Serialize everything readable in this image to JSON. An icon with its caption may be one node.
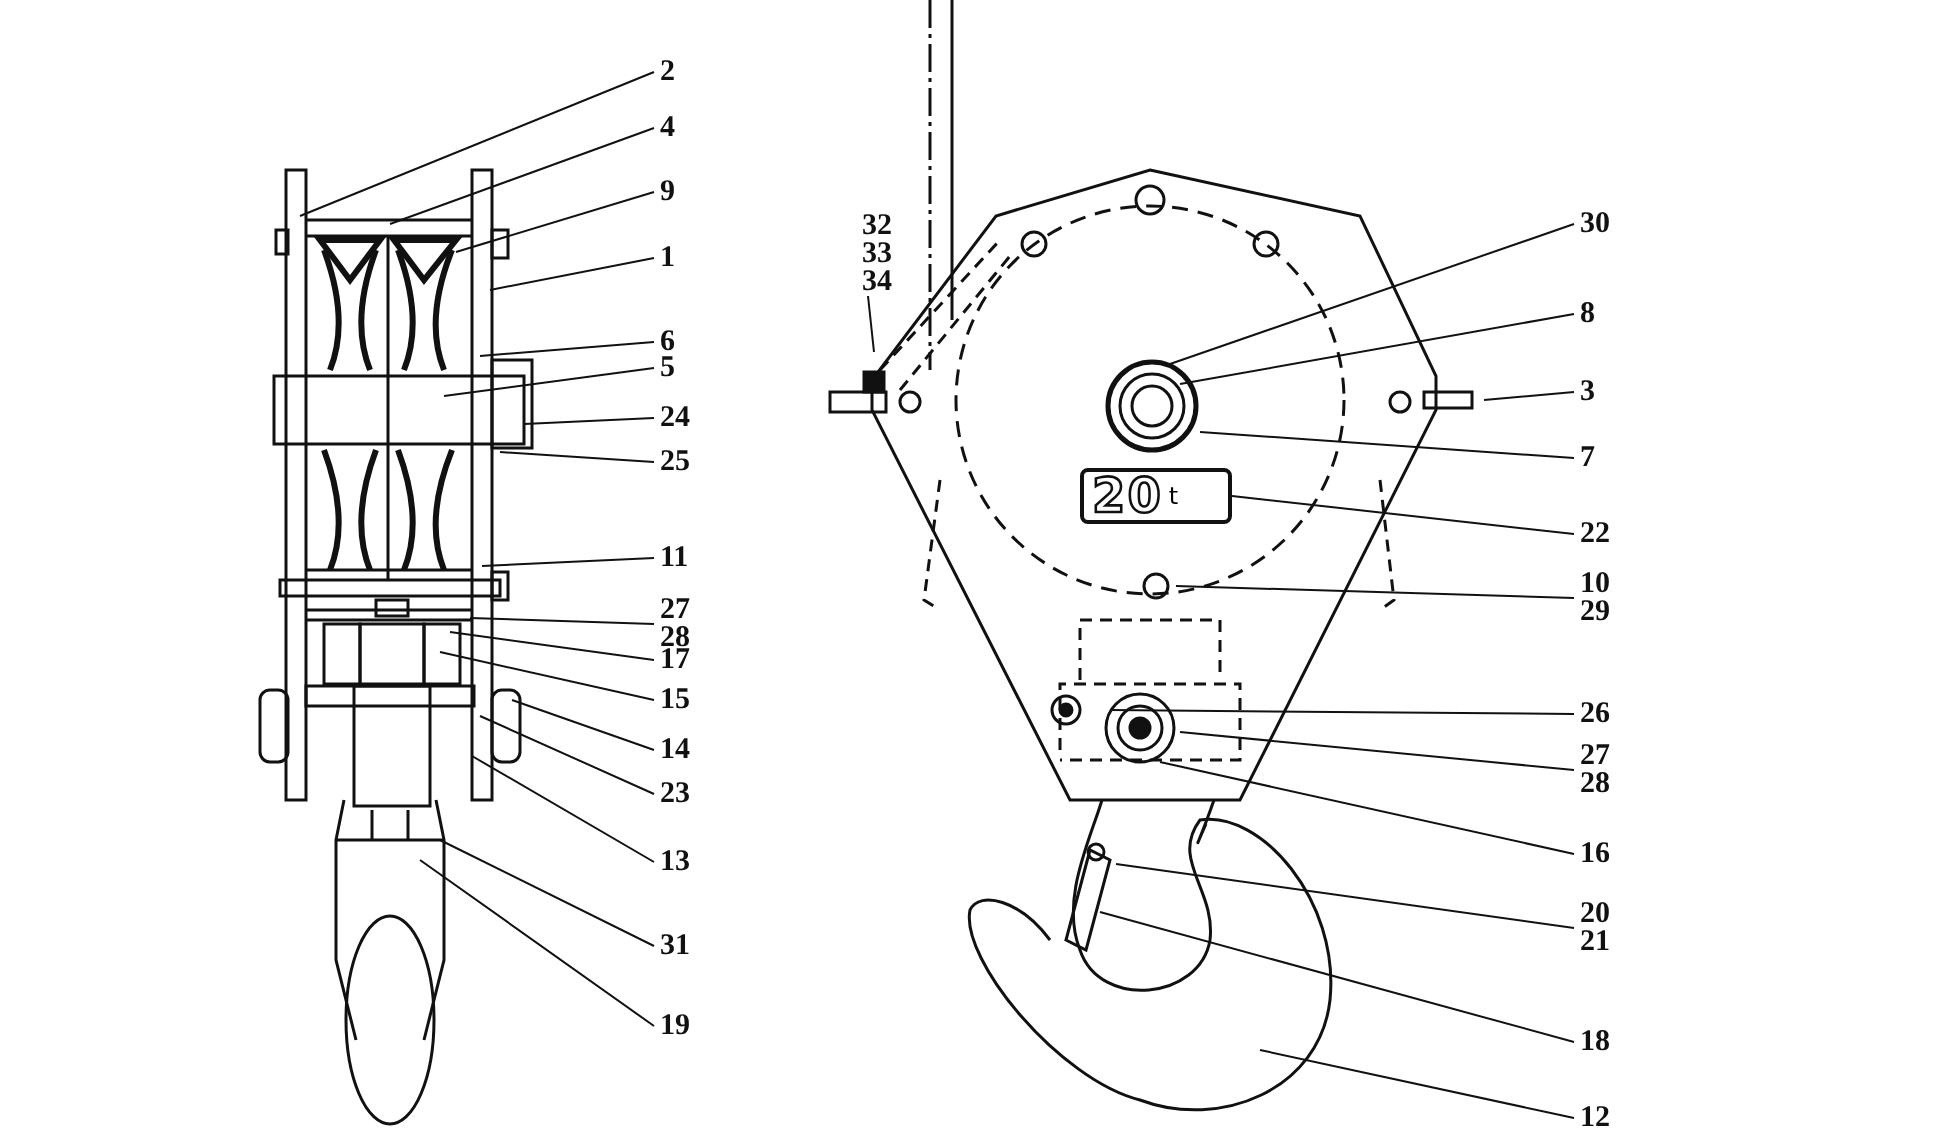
{
  "diagram": {
    "nodes": [
      {
        "text": [
          "2"
        ]
      },
      {
        "text": [
          "4"
        ]
      },
      {
        "text": [
          "9"
        ]
      },
      {
        "text": [
          "1"
        ]
      },
      {
        "text": [
          "6"
        ]
      },
      {
        "text": [
          "5"
        ]
      },
      {
        "text": [
          "24"
        ]
      },
      {
        "text": [
          "25"
        ]
      },
      {
        "text": [
          "11"
        ]
      },
      {
        "text": [
          "27",
          "28"
        ]
      },
      {
        "text": [
          "17"
        ]
      },
      {
        "text": [
          "15"
        ]
      },
      {
        "text": [
          "14"
        ]
      },
      {
        "text": [
          "23"
        ]
      },
      {
        "text": [
          "13"
        ]
      },
      {
        "text": [
          "31"
        ]
      },
      {
        "text": [
          "19"
        ]
      },
      {
        "text": [
          "32",
          "33",
          "34"
        ]
      },
      {
        "text": [
          "30"
        ]
      },
      {
        "text": [
          "8"
        ]
      },
      {
        "text": [
          "3"
        ]
      },
      {
        "text": [
          "7"
        ]
      },
      {
        "text": [
          "22"
        ]
      },
      {
        "text": [
          "20",
          "t"
        ]
      },
      {
        "text": [
          "10",
          "29"
        ]
      },
      {
        "text": [
          "26"
        ]
      },
      {
        "text": [
          "27",
          "28"
        ]
      },
      {
        "text": [
          "16"
        ]
      },
      {
        "text": [
          "20",
          "21"
        ]
      },
      {
        "text": [
          "18"
        ]
      },
      {
        "text": [
          "12"
        ]
      }
    ],
    "edges": [
      {
        "from": 0,
        "to": null,
        "arrow": "none"
      },
      {
        "from": 1,
        "to": null,
        "arrow": "none"
      },
      {
        "from": 2,
        "to": null,
        "arrow": "none"
      },
      {
        "from": 3,
        "to": null,
        "arrow": "none"
      },
      {
        "from": 4,
        "to": null,
        "arrow": "none"
      },
      {
        "from": 5,
        "to": null,
        "arrow": "none"
      },
      {
        "from": 6,
        "to": null,
        "arrow": "none"
      },
      {
        "from": 7,
        "to": null,
        "arrow": "none"
      },
      {
        "from": 8,
        "to": null,
        "arrow": "none"
      },
      {
        "from": 9,
        "to": null,
        "arrow": "none"
      },
      {
        "from": 10,
        "to": null,
        "arrow": "none"
      },
      {
        "from": 11,
        "to": null,
        "arrow": "none"
      },
      {
        "from": 12,
        "to": null,
        "arrow": "none"
      },
      {
        "from": 13,
        "to": null,
        "arrow": "none"
      },
      {
        "from": 14,
        "to": null,
        "arrow": "none"
      },
      {
        "from": 15,
        "to": null,
        "arrow": "none"
      },
      {
        "from": 16,
        "to": null,
        "arrow": "none"
      },
      {
        "from": 17,
        "to": null,
        "arrow": "none"
      },
      {
        "from": 18,
        "to": null,
        "arrow": "none"
      },
      {
        "from": 19,
        "to": null,
        "arrow": "none"
      },
      {
        "from": 20,
        "to": null,
        "arrow": "none"
      },
      {
        "from": 21,
        "to": null,
        "arrow": "none"
      },
      {
        "from": 22,
        "to": 23,
        "arrow": "none"
      },
      {
        "from": 24,
        "to": null,
        "arrow": "none"
      },
      {
        "from": 25,
        "to": null,
        "arrow": "none"
      },
      {
        "from": 26,
        "to": null,
        "arrow": "none"
      },
      {
        "from": 27,
        "to": null,
        "arrow": "none"
      },
      {
        "from": 28,
        "to": null,
        "arrow": "none"
      },
      {
        "from": 29,
        "to": null,
        "arrow": "none"
      },
      {
        "from": 30,
        "to": null,
        "arrow": "none"
      }
    ]
  }
}
